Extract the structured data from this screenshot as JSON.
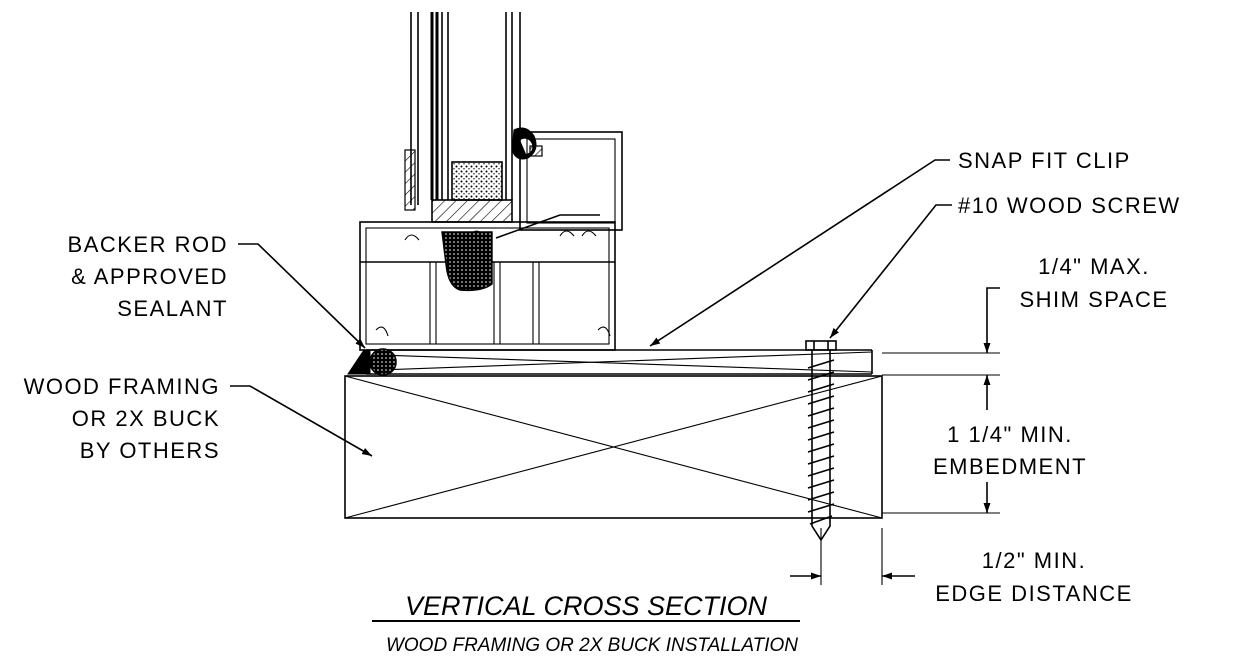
{
  "labels": {
    "snap_fit_clip": "SNAP FIT CLIP",
    "wood_screw": "#10 WOOD SCREW",
    "backer_rod_1": "BACKER ROD",
    "backer_rod_2": "& APPROVED",
    "backer_rod_3": "SEALANT",
    "shim_1": "1/4\" MAX.",
    "shim_2": "SHIM SPACE",
    "wood_framing_1": "WOOD FRAMING",
    "wood_framing_2": "OR 2X BUCK",
    "wood_framing_3": "BY OTHERS",
    "embedment_1": "1 1/4\" MIN.",
    "embedment_2": "EMBEDMENT",
    "edge_1": "1/2\" MIN.",
    "edge_2": "EDGE DISTANCE"
  },
  "title": "VERTICAL CROSS SECTION",
  "subtitle": "WOOD FRAMING OR 2X BUCK INSTALLATION"
}
